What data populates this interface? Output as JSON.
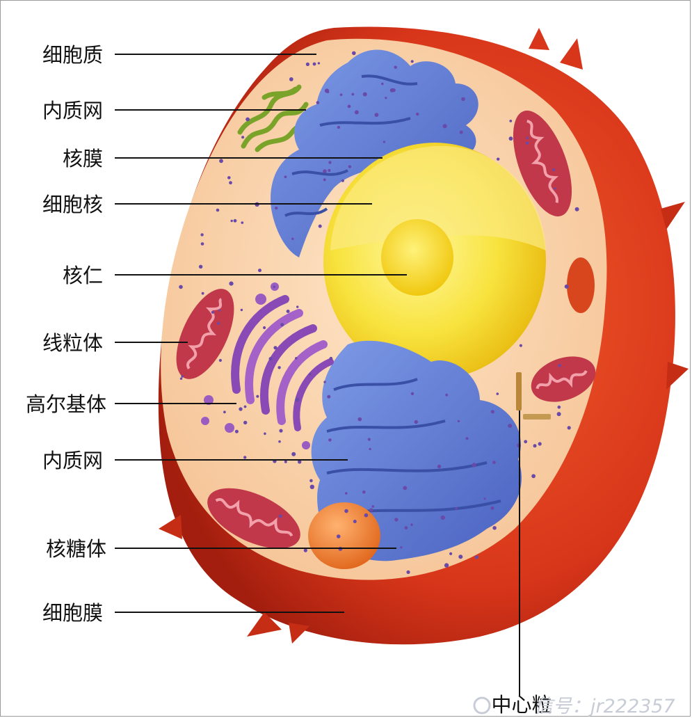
{
  "labels": {
    "cytoplasm": "细胞质",
    "er_top": "内质网",
    "nuclear_membrane": "核膜",
    "nucleus": "细胞核",
    "nucleolus": "核仁",
    "mitochondrion": "线粒体",
    "golgi": "高尔基体",
    "er_bottom": "内质网",
    "ribosome": "核糖体",
    "cell_membrane": "细胞膜",
    "centriole": "中心粒"
  },
  "watermark": "信号：jr222357",
  "colors": {
    "membrane": "#d8361a",
    "cytoplasm": "#f8cfa4",
    "er": "#5b78d6",
    "nucleus": "#f6e43a",
    "nucleolus": "#f0c810",
    "mitochondria": "#c0384a",
    "golgi": "#9a5cc0",
    "smooth_er": "#7aa32a",
    "ribosome_dots": "#6a4aa8"
  }
}
